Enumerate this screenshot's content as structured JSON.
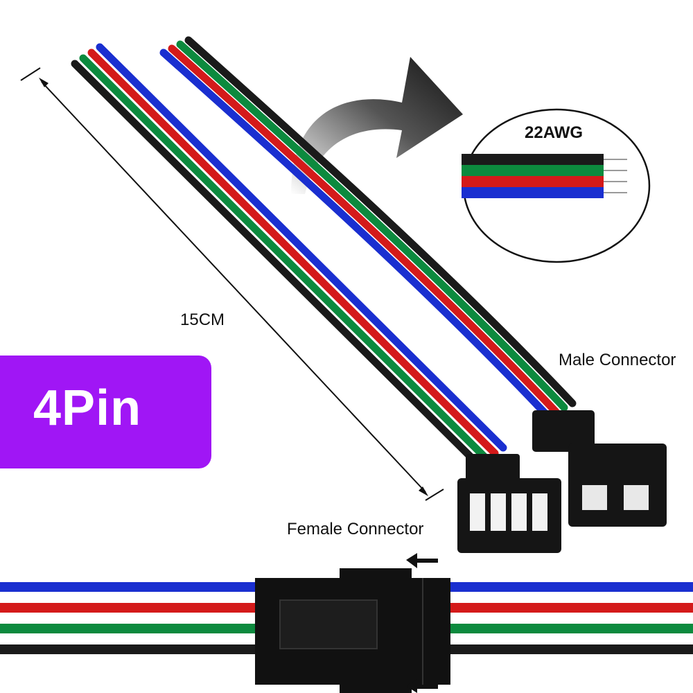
{
  "labels": {
    "length": "15CM",
    "pin_count": "4Pin",
    "wire_gauge": "22AWG",
    "male_connector": "Male Connector",
    "female_connector": "Female Connector"
  },
  "colors": {
    "badge": "#a016f5",
    "wire_black": "#1a1a1a",
    "wire_green": "#0c8a3e",
    "wire_red": "#d41a1a",
    "wire_blue": "#1a2fd0",
    "connector": "#111111"
  },
  "wire_order_top_to_bottom": [
    "blue",
    "red",
    "green",
    "black"
  ]
}
